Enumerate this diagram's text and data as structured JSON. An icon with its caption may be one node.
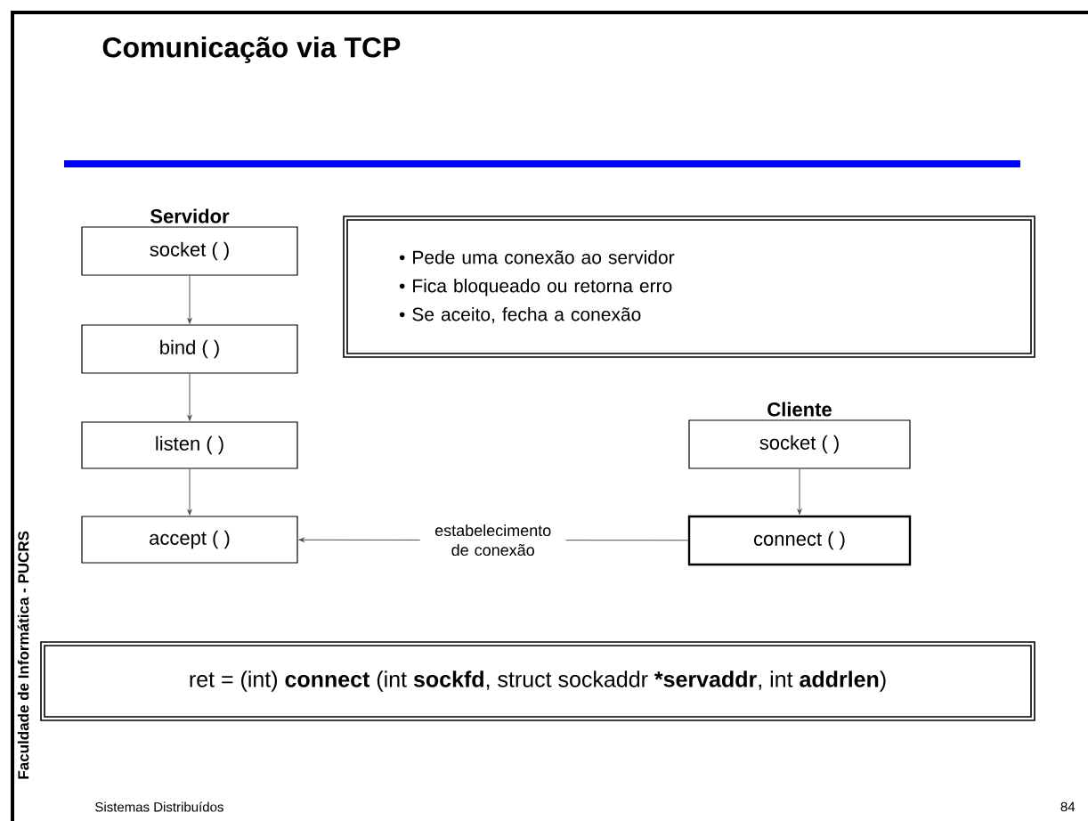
{
  "diagram": {
    "title": "Comunicação via TCP",
    "nodes": [
      {
        "text": [
          "Servidor",
          "socket ( )"
        ]
      },
      {
        "text": [
          "bind ( )"
        ]
      },
      {
        "text": [
          "listen ( )"
        ]
      },
      {
        "text": [
          "accept ( )"
        ]
      },
      {
        "text": [
          "Cliente",
          "socket ( )"
        ]
      },
      {
        "text": [
          "connect ( )"
        ]
      },
      {
        "text": [
          "• Pede uma conexão ao servidor",
          "• Fica bloqueado ou retorna erro",
          "• Se aceito, fecha a conexão"
        ]
      },
      {
        "text": [
          "ret = (int) **connect** (int **sockfd**, struct sockaddr ***servaddr**, int **addrlen**)"
        ]
      }
    ],
    "edges": [
      {
        "from": 0,
        "to": 1,
        "arrow": "to"
      },
      {
        "from": 1,
        "to": 2,
        "arrow": "to"
      },
      {
        "from": 2,
        "to": 3,
        "arrow": "to"
      },
      {
        "from": 4,
        "to": 5,
        "arrow": "to"
      },
      {
        "from": 5,
        "to": 3,
        "arrow": "to",
        "label": "estabelecimento de conexão"
      }
    ],
    "labels": [
      "Faculdade de Informática - PUCRS",
      "Sistemas Distribuídos",
      "84"
    ]
  }
}
